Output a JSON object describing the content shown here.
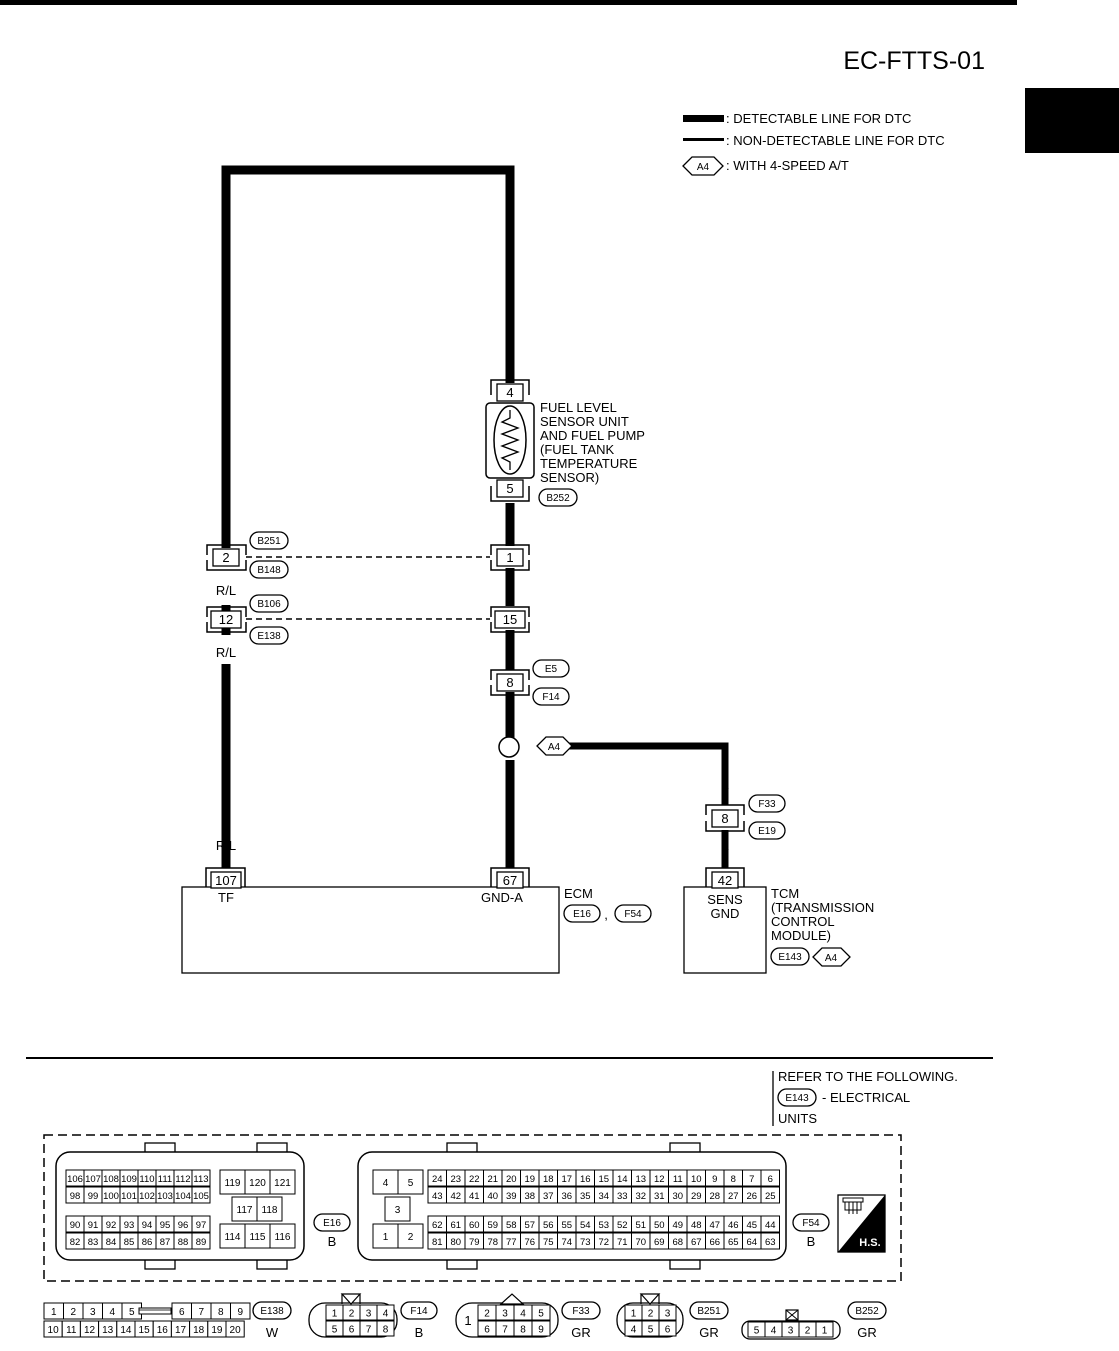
{
  "page_id": "EC-FTTS-01",
  "legend": {
    "detectable": ": DETECTABLE LINE FOR DTC",
    "non_detectable": ": NON-DETECTABLE LINE FOR DTC",
    "option_code": "A4",
    "option_text": ": WITH 4-SPEED A/T"
  },
  "sensor": {
    "lines": [
      "FUEL LEVEL",
      "SENSOR UNIT",
      "AND FUEL PUMP",
      "(FUEL TANK",
      "TEMPERATURE",
      "SENSOR)"
    ],
    "pin_top": "4",
    "pin_bottom": "5",
    "connector": "B252"
  },
  "wire_colors": {
    "rl": "R/L",
    "b": "B"
  },
  "joints": {
    "j1": {
      "left_pin": "2",
      "right_pin": "1",
      "upper": "B251",
      "lower": "B148"
    },
    "j2": {
      "left_pin": "12",
      "right_pin": "15",
      "upper": "B106",
      "lower": "E138"
    },
    "j3": {
      "pin": "8",
      "upper": "E5",
      "lower": "F14"
    },
    "j4": {
      "pin": "8",
      "upper": "F33",
      "lower": "E19"
    }
  },
  "branch_tag": "A4",
  "ecm": {
    "name": "ECM",
    "pin_tf": "107",
    "tf_label": "TF",
    "pin_gnd": "67",
    "gnd_label": "GND-A",
    "conn1": "E16",
    "sep": ",",
    "conn2": "F54"
  },
  "tcm": {
    "pin": "42",
    "sens_lines": [
      "SENS",
      "GND"
    ],
    "name_lines": [
      "TCM",
      "(TRANSMISSION",
      "CONTROL",
      "MODULE)"
    ],
    "conn": "E143",
    "option": "A4"
  },
  "refer": {
    "line1": "REFER TO THE FOLLOWING.",
    "conn": "E143",
    "line2": "- ELECTRICAL",
    "line3": "UNITS"
  },
  "e16_conn": {
    "left_rows": [
      [
        "106",
        "107",
        "108",
        "109",
        "110",
        "111",
        "112",
        "113"
      ],
      [
        "98",
        "99",
        "100",
        "101",
        "102",
        "103",
        "104",
        "105"
      ],
      [
        "90",
        "91",
        "92",
        "93",
        "94",
        "95",
        "96",
        "97"
      ],
      [
        "82",
        "83",
        "84",
        "85",
        "86",
        "87",
        "88",
        "89"
      ]
    ],
    "right_rows": [
      [
        "119",
        "120",
        "121"
      ],
      [
        "117",
        "118"
      ],
      [
        "114",
        "115",
        "116"
      ]
    ],
    "label": "E16",
    "color": "B"
  },
  "f54_conn": {
    "left_cells": [
      "4",
      "5",
      "3",
      "1",
      "2"
    ],
    "rows": [
      [
        "24",
        "23",
        "22",
        "21",
        "20",
        "19",
        "18",
        "17",
        "16",
        "15",
        "14",
        "13",
        "12",
        "11",
        "10",
        "9",
        "8",
        "7",
        "6"
      ],
      [
        "43",
        "42",
        "41",
        "40",
        "39",
        "38",
        "37",
        "36",
        "35",
        "34",
        "33",
        "32",
        "31",
        "30",
        "29",
        "28",
        "27",
        "26",
        "25"
      ],
      [
        "62",
        "61",
        "60",
        "59",
        "58",
        "57",
        "56",
        "55",
        "54",
        "53",
        "52",
        "51",
        "50",
        "49",
        "48",
        "47",
        "46",
        "45",
        "44"
      ],
      [
        "81",
        "80",
        "79",
        "78",
        "77",
        "76",
        "75",
        "74",
        "73",
        "72",
        "71",
        "70",
        "69",
        "68",
        "67",
        "66",
        "65",
        "64",
        "63"
      ]
    ],
    "label": "F54",
    "color": "B",
    "hs": "H.S."
  },
  "bottom_conns": {
    "e138": {
      "top": [
        "1",
        "2",
        "3",
        "4",
        "5",
        "6",
        "7",
        "8",
        "9"
      ],
      "bottom": [
        "10",
        "11",
        "12",
        "13",
        "14",
        "15",
        "16",
        "17",
        "18",
        "19",
        "20"
      ],
      "label": "E138",
      "color": "W"
    },
    "f14": {
      "top": [
        "1",
        "2",
        "3",
        "4"
      ],
      "bottom": [
        "5",
        "6",
        "7",
        "8"
      ],
      "label": "F14",
      "color": "B"
    },
    "f33": {
      "left": "1",
      "top": [
        "2",
        "3",
        "4",
        "5"
      ],
      "bottom": [
        "6",
        "7",
        "8",
        "9"
      ],
      "label": "F33",
      "color": "GR"
    },
    "b251": {
      "top": [
        "1",
        "2",
        "3"
      ],
      "bottom": [
        "4",
        "5",
        "6"
      ],
      "label": "B251",
      "color": "GR"
    },
    "b252": {
      "cells": [
        "5",
        "4",
        "3",
        "2",
        "1"
      ],
      "label": "B252",
      "color": "GR"
    }
  }
}
